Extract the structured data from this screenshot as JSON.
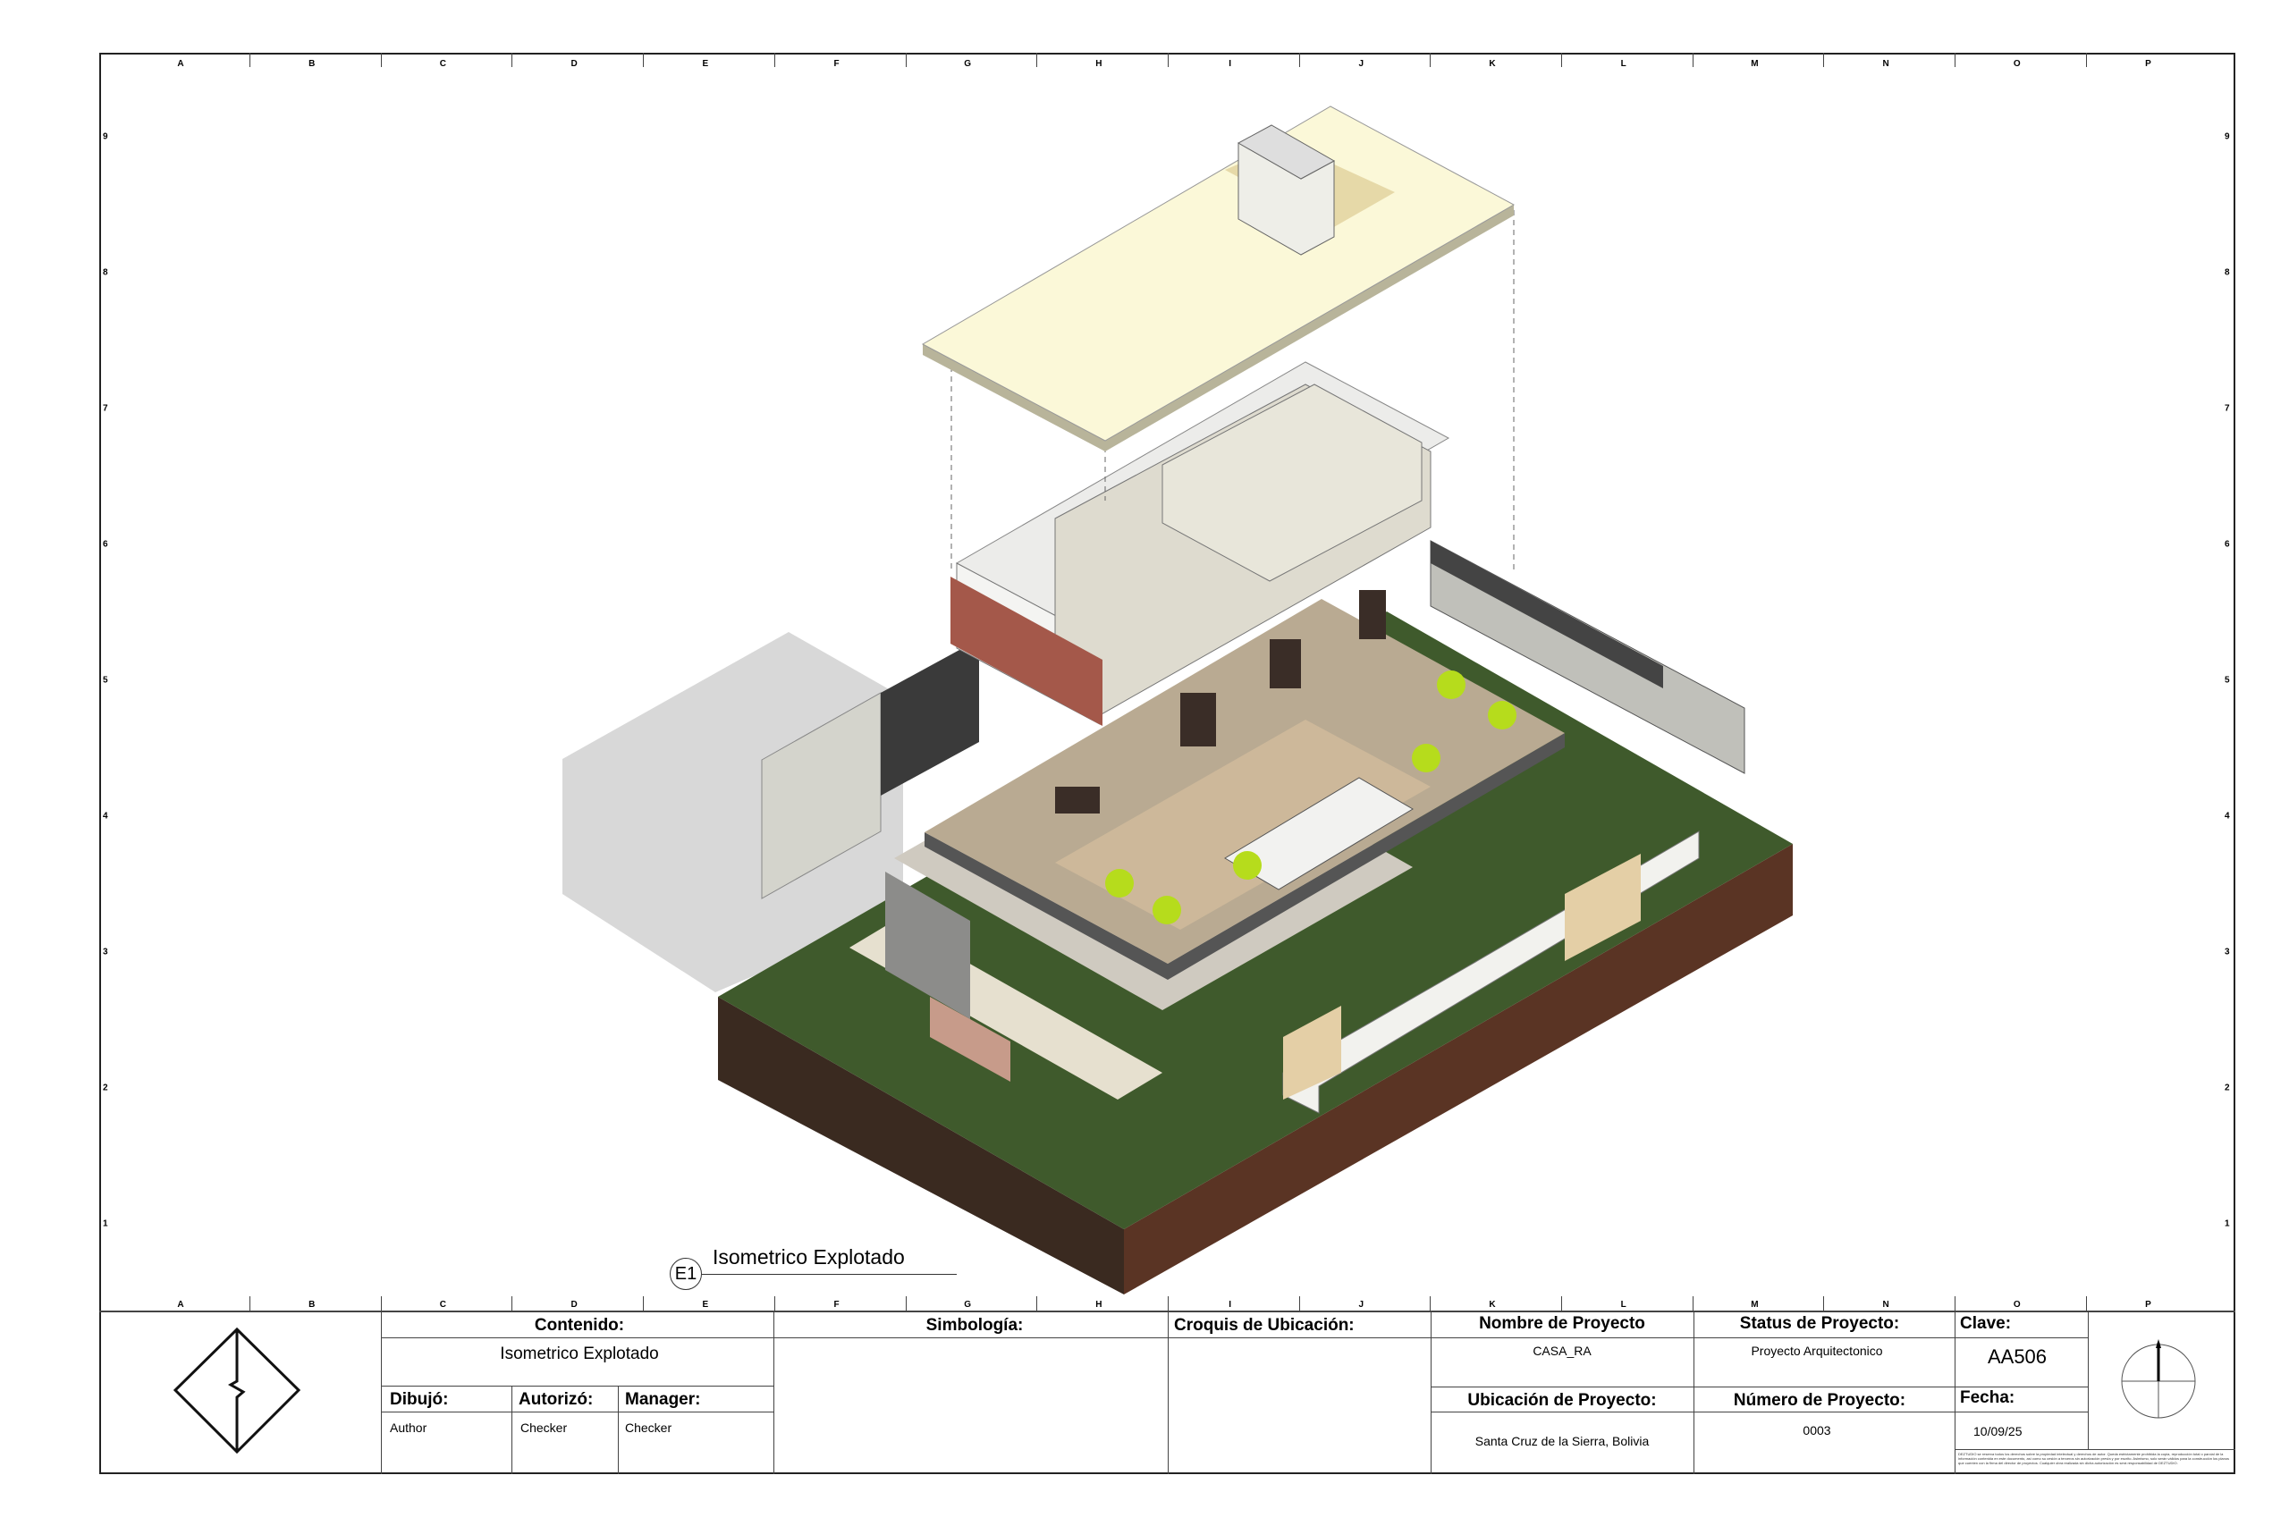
{
  "grid": {
    "letters": [
      "A",
      "B",
      "C",
      "D",
      "E",
      "F",
      "G",
      "H",
      "I",
      "J",
      "K",
      "L",
      "M",
      "N",
      "O",
      "P"
    ],
    "numbers": [
      "9",
      "8",
      "7",
      "6",
      "5",
      "4",
      "3",
      "2",
      "1"
    ]
  },
  "view": {
    "tag": "E1",
    "title": "Isometrico Explotado"
  },
  "title_block": {
    "contenido_label": "Contenido:",
    "contenido": "Isometrico Explotado",
    "dibujo_label": "Dibujó:",
    "dibujo": "Author",
    "autorizo_label": "Autorizó:",
    "autorizo": "Checker",
    "manager_label": "Manager:",
    "manager": "Checker",
    "simbologia_label": "Simbología:",
    "croquis_label": "Croquis de Ubicación:",
    "nombre_label": "Nombre de Proyecto",
    "nombre": "CASA_RA",
    "ubicacion_label": "Ubicación de Proyecto:",
    "ubicacion": "Santa Cruz de la Sierra, Bolivia",
    "status_label": "Status de Proyecto:",
    "status": "Proyecto Arquitectonico",
    "numero_label": "Número de Proyecto:",
    "numero": "0003",
    "clave_label": "Clave:",
    "clave": "AA506",
    "fecha_label": "Fecha:",
    "fecha": "10/09/25",
    "fine_print": "DEZTUDIO se reserva todos los derechos sobre la propiedad intelectual y derechos de autor. Queda estrictamente prohibida la copia, reproducción total o parcial de la información contenida en este documento, así como su cesión a terceros sin autorización previa y por escrito. Asimismo, solo serán válidos para la construcción los planos que cuenten con la firma del director de proyectos. Cualquier obra realizada sin dicha autorización es será responsabilidad de DEZTUDIO."
  }
}
